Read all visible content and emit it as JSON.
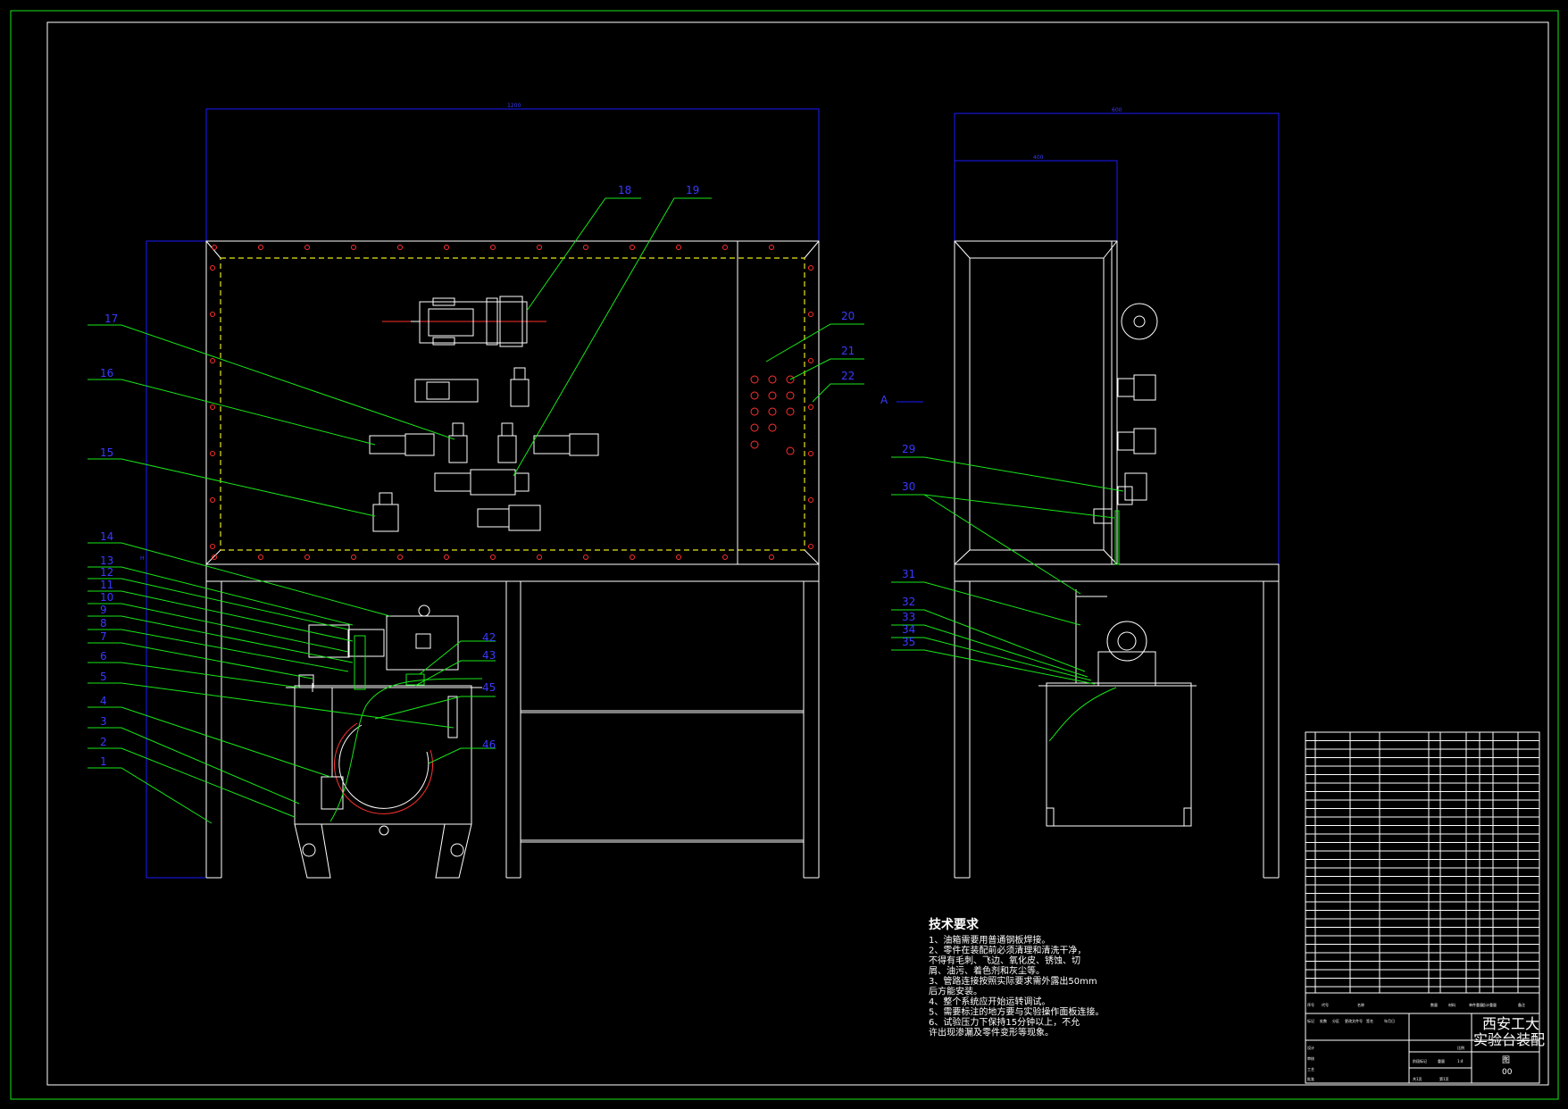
{
  "leaders": [
    {
      "label": "1"
    },
    {
      "label": "2"
    },
    {
      "label": "3"
    },
    {
      "label": "4"
    },
    {
      "label": "5"
    },
    {
      "label": "6"
    },
    {
      "label": "7"
    },
    {
      "label": "8"
    },
    {
      "label": "9"
    },
    {
      "label": "10"
    },
    {
      "label": "11"
    },
    {
      "label": "12"
    },
    {
      "label": "13"
    },
    {
      "label": "14"
    },
    {
      "label": "15"
    },
    {
      "label": "16"
    },
    {
      "label": "17"
    },
    {
      "label": "18"
    },
    {
      "label": "19"
    },
    {
      "label": "20"
    },
    {
      "label": "21"
    },
    {
      "label": "22"
    },
    {
      "label": "A"
    },
    {
      "label": "29"
    },
    {
      "label": "30"
    },
    {
      "label": "31"
    },
    {
      "label": "32"
    },
    {
      "label": "33"
    },
    {
      "label": "34"
    },
    {
      "label": "35"
    },
    {
      "label": "42"
    },
    {
      "label": "43"
    },
    {
      "label": "45"
    },
    {
      "label": "46"
    }
  ],
  "dimensions": {
    "front_width": "1200",
    "side_width": "600",
    "side_inner": "400"
  },
  "notes": {
    "title": "技术要求",
    "lines": [
      "1、油箱需要用普通钢板焊接。",
      "2、零件在装配前必须清理和清洗干净，",
      "不得有毛刺、飞边、氧化皮、锈蚀、切",
      "屑、油污、着色剂和灰尘等。",
      "3、管路连接按照实际要求需外露出50mm",
      "后方能安装。",
      "4、整个系统应开始运转调试。",
      "5、需要标注的地方要与实验操作面板连接。",
      "6、试验压力下保持15分钟以上，不允",
      "许出现渗漏及零件变形等现象。"
    ]
  },
  "title_block": {
    "school": "西安工大",
    "drawing_title": "实验台装配",
    "drawing_number_label": "图",
    "drawing_number": "00",
    "scale": "1:4",
    "header_cols": [
      "序号",
      "代号",
      "名称",
      "数量",
      "材料",
      "单件重量",
      "总计重量",
      "备注"
    ],
    "bottom_labels": [
      "标记",
      "处数",
      "分区",
      "更改文件号",
      "签名",
      "年月日",
      "设计",
      "审核",
      "工艺",
      "批准",
      "阶段标记",
      "重量",
      "比例",
      "共1页",
      "第1页"
    ]
  }
}
